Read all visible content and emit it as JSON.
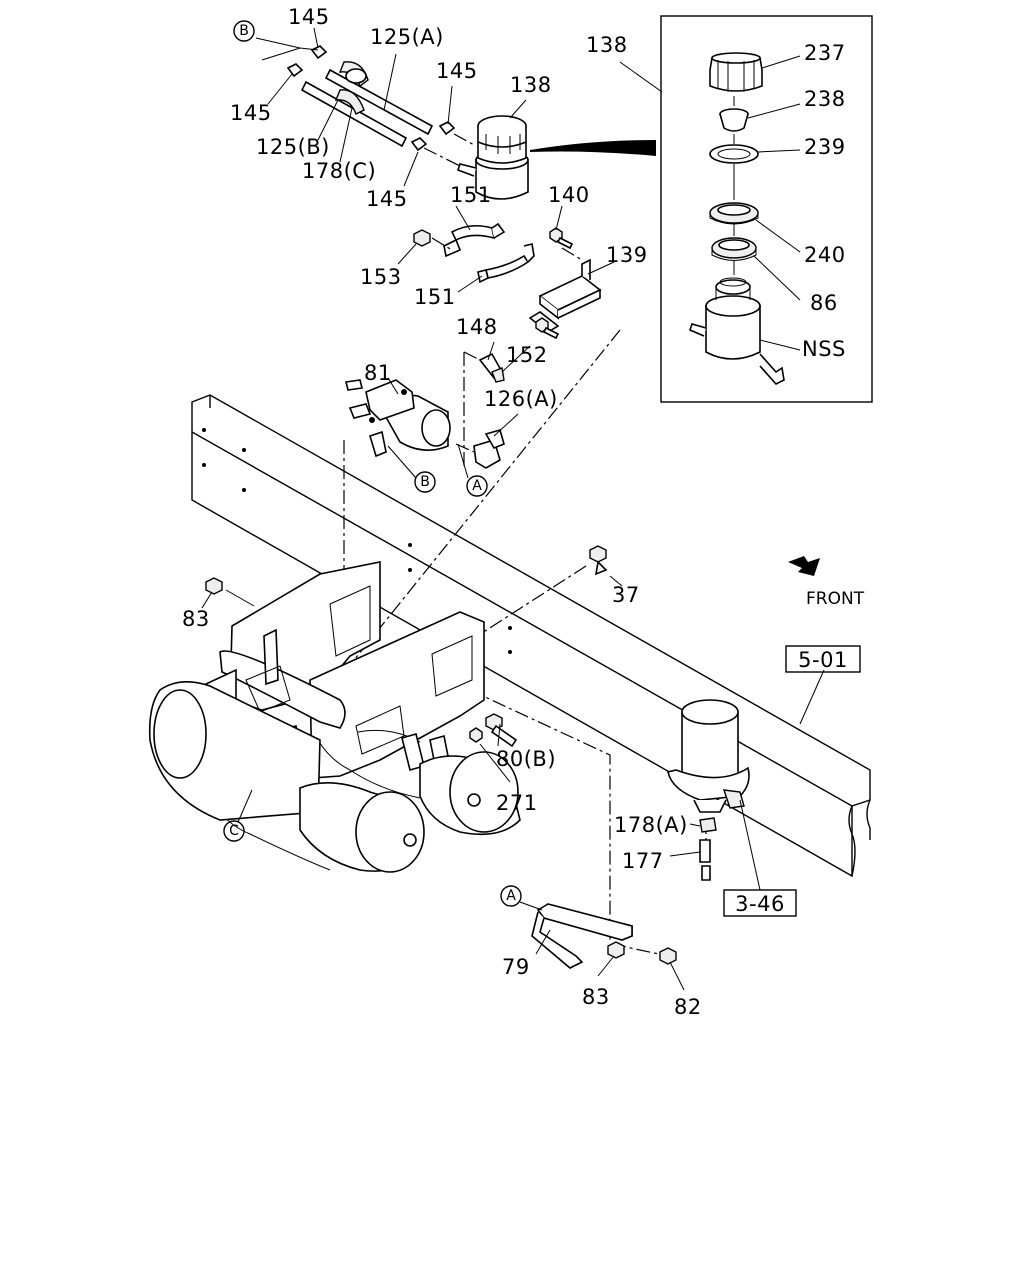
{
  "labels": {
    "l145a": "145",
    "l145b": "145",
    "l145c": "145",
    "l145d": "145",
    "l125a": "125(A)",
    "l125b": "125(B)",
    "l178c": "178(C)",
    "l138": "138",
    "l138box": "138",
    "l237": "237",
    "l238": "238",
    "l239": "239",
    "l240": "240",
    "l86": "86",
    "lnss": "NSS",
    "l151a": "151",
    "l151b": "151",
    "l140": "140",
    "l139": "139",
    "l153": "153",
    "l148": "148",
    "l152": "152",
    "l81": "81",
    "l126a": "126(A)",
    "l37": "37",
    "l83a": "83",
    "l83b": "83",
    "l80b": "80(B)",
    "l271": "271",
    "l178a": "178(A)",
    "l177": "177",
    "l79": "79",
    "l82": "82",
    "front": "FRONT"
  },
  "callouts": {
    "b_top": "B",
    "b_mid": "B",
    "a_mid": "A",
    "a_bot": "A",
    "c_left": "C"
  },
  "refs": {
    "r501": "5-01",
    "r346": "3-46"
  }
}
